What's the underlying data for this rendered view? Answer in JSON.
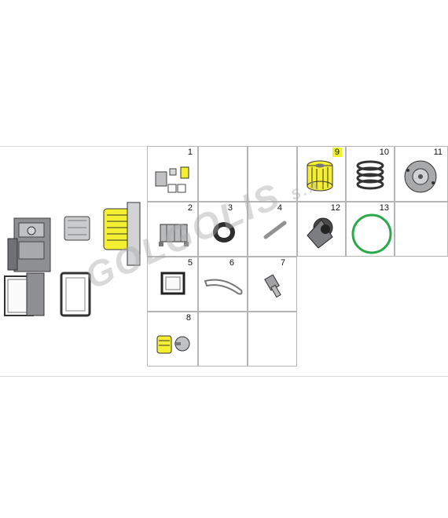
{
  "watermark": {
    "brand": "GOLGOLIS",
    "suffix": "S.A."
  },
  "colors": {
    "filter_yellow": "#f4f031",
    "oring_green": "#2aa84a",
    "grid_line": "#b5b5b5",
    "highlight": "#f1f124"
  },
  "cells": [
    {
      "num": "1",
      "part": "oil-filter-assembly-set",
      "highlighted": false
    },
    {
      "num": "2",
      "part": "filter-housing",
      "highlighted": false
    },
    {
      "num": "3",
      "part": "seal-ring",
      "highlighted": false
    },
    {
      "num": "4",
      "part": "pin",
      "highlighted": false
    },
    {
      "num": "5",
      "part": "air-filter-element",
      "highlighted": false
    },
    {
      "num": "6",
      "part": "gasket-loop",
      "highlighted": false
    },
    {
      "num": "7",
      "part": "bolt",
      "highlighted": false
    },
    {
      "num": "8",
      "part": "oil-filter-with-pump",
      "highlighted": false
    },
    {
      "num": "9",
      "part": "oil-filter-cartridge",
      "highlighted": true
    },
    {
      "num": "10",
      "part": "spring",
      "highlighted": false
    },
    {
      "num": "11",
      "part": "filter-cover",
      "highlighted": false
    },
    {
      "num": "12",
      "part": "cap",
      "highlighted": false
    },
    {
      "num": "13",
      "part": "o-ring",
      "highlighted": false
    }
  ]
}
